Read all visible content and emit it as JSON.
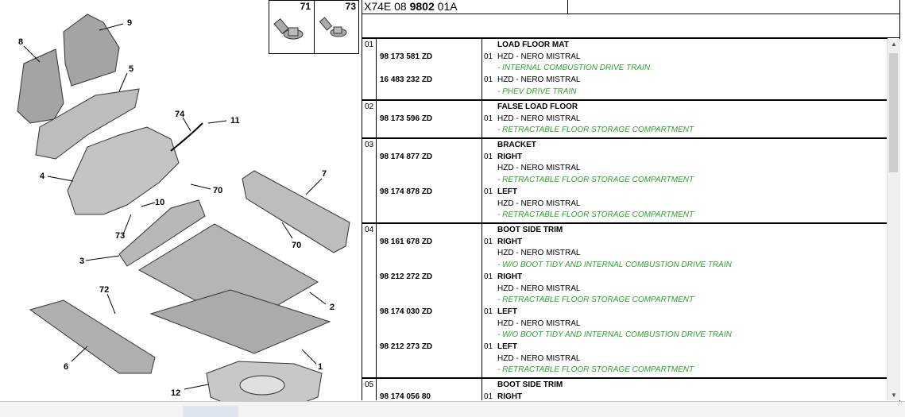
{
  "header": {
    "ref_prefix": "X74E 08",
    "ref_bold": "9802",
    "ref_suffix": "01A"
  },
  "thumbnails": [
    {
      "num": "71",
      "icon": "flange-bolt-icon"
    },
    {
      "num": "73",
      "icon": "screw-icon"
    }
  ],
  "diagram": {
    "callouts": [
      "9",
      "8",
      "5",
      "74",
      "11",
      "4",
      "70",
      "7",
      "10",
      "73",
      "70",
      "3",
      "72",
      "2",
      "6",
      "1",
      "12"
    ]
  },
  "groups": [
    {
      "num": "01",
      "rows": [
        {
          "pn": "98 173 581 ZD",
          "qty": "01",
          "lines": [
            {
              "text": "LOAD FLOOR MAT",
              "style": "b"
            },
            {
              "text": "HZD - NERO MISTRAL",
              "style": ""
            },
            {
              "text": "- INTERNAL COMBUSTION DRIVE TRAIN",
              "style": "g"
            }
          ]
        },
        {
          "pn": "16 483 232 ZD",
          "qty": "01",
          "lines": [
            {
              "text": "HZD - NERO MISTRAL",
              "style": ""
            },
            {
              "text": "- PHEV DRIVE TRAIN",
              "style": "g"
            }
          ]
        }
      ]
    },
    {
      "num": "02",
      "rows": [
        {
          "pn": "98 173 596 ZD",
          "qty": "01",
          "lines": [
            {
              "text": "FALSE LOAD FLOOR",
              "style": "b"
            },
            {
              "text": "HZD - NERO MISTRAL",
              "style": ""
            },
            {
              "text": "- RETRACTABLE FLOOR STORAGE COMPARTMENT",
              "style": "g"
            }
          ]
        }
      ]
    },
    {
      "num": "03",
      "rows": [
        {
          "pn": "98 174 877 ZD",
          "qty": "01",
          "lines": [
            {
              "text": "BRACKET",
              "style": "b"
            },
            {
              "text": "RIGHT",
              "style": "b"
            },
            {
              "text": "HZD - NERO MISTRAL",
              "style": ""
            },
            {
              "text": "- RETRACTABLE FLOOR STORAGE COMPARTMENT",
              "style": "g"
            }
          ]
        },
        {
          "pn": "98 174 878 ZD",
          "qty": "01",
          "lines": [
            {
              "text": "LEFT",
              "style": "b"
            },
            {
              "text": "HZD - NERO MISTRAL",
              "style": ""
            },
            {
              "text": "- RETRACTABLE FLOOR STORAGE COMPARTMENT",
              "style": "g"
            }
          ]
        }
      ]
    },
    {
      "num": "04",
      "rows": [
        {
          "pn": "98 161 678 ZD",
          "qty": "01",
          "lines": [
            {
              "text": "BOOT SIDE TRIM",
              "style": "b"
            },
            {
              "text": "RIGHT",
              "style": "b"
            },
            {
              "text": "HZD - NERO MISTRAL",
              "style": ""
            },
            {
              "text": "- W/O BOOT TIDY AND INTERNAL COMBUSTION DRIVE TRAIN",
              "style": "g"
            }
          ]
        },
        {
          "pn": "98 212 272 ZD",
          "qty": "01",
          "lines": [
            {
              "text": "RIGHT",
              "style": "b"
            },
            {
              "text": "HZD - NERO MISTRAL",
              "style": ""
            },
            {
              "text": "- RETRACTABLE FLOOR STORAGE COMPARTMENT",
              "style": "g"
            }
          ]
        },
        {
          "pn": "98 174 030 ZD",
          "qty": "01",
          "lines": [
            {
              "text": "LEFT",
              "style": "b"
            },
            {
              "text": "HZD - NERO MISTRAL",
              "style": ""
            },
            {
              "text": "- W/O BOOT TIDY AND INTERNAL COMBUSTION DRIVE TRAIN",
              "style": "g"
            }
          ]
        },
        {
          "pn": "98 212 273 ZD",
          "qty": "01",
          "lines": [
            {
              "text": "LEFT",
              "style": "b"
            },
            {
              "text": "HZD - NERO MISTRAL",
              "style": ""
            },
            {
              "text": "- RETRACTABLE FLOOR STORAGE COMPARTMENT",
              "style": "g"
            }
          ]
        }
      ]
    },
    {
      "num": "05",
      "rows": [
        {
          "pn": "98 174 056 80",
          "qty": "01",
          "lines": [
            {
              "text": "BOOT SIDE TRIM",
              "style": "b"
            },
            {
              "text": "RIGHT",
              "style": "b"
            }
          ]
        }
      ]
    }
  ],
  "colors": {
    "note_green": "#2ea12e",
    "part_fill": "#9a9a9a",
    "part_stroke": "#3a3a3a"
  }
}
